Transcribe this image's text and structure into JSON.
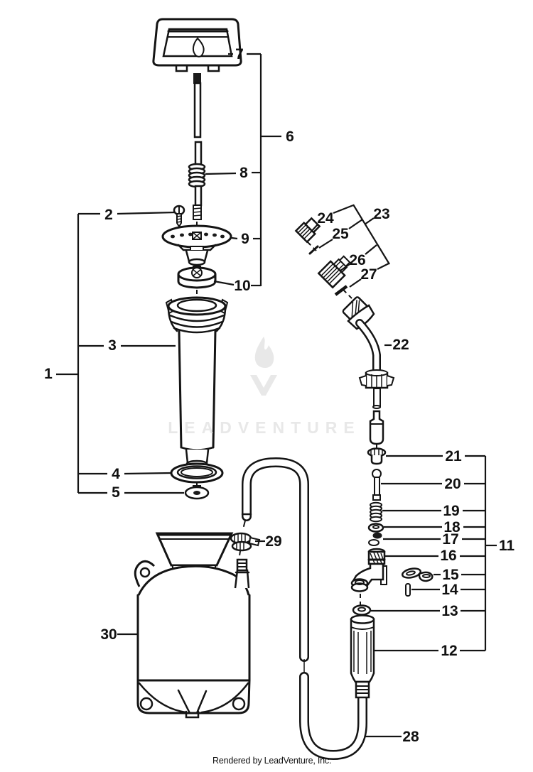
{
  "figure": {
    "footer": "Rendered by LeadVenture, Inc.",
    "watermark": "LEADVENTURE",
    "colors": {
      "line": "#141414",
      "watermark": "#e8e8e8",
      "background": "#ffffff"
    }
  },
  "callouts": [
    {
      "num": "1"
    },
    {
      "num": "2"
    },
    {
      "num": "3"
    },
    {
      "num": "4"
    },
    {
      "num": "5"
    },
    {
      "num": "6"
    },
    {
      "num": "7"
    },
    {
      "num": "8"
    },
    {
      "num": "9"
    },
    {
      "num": "10"
    },
    {
      "num": "11"
    },
    {
      "num": "12"
    },
    {
      "num": "13"
    },
    {
      "num": "14"
    },
    {
      "num": "15"
    },
    {
      "num": "16"
    },
    {
      "num": "17"
    },
    {
      "num": "18"
    },
    {
      "num": "19"
    },
    {
      "num": "20"
    },
    {
      "num": "21"
    },
    {
      "num": "22"
    },
    {
      "num": "23"
    },
    {
      "num": "24"
    },
    {
      "num": "25"
    },
    {
      "num": "26"
    },
    {
      "num": "27"
    },
    {
      "num": "28"
    },
    {
      "num": "29"
    },
    {
      "num": "30"
    }
  ]
}
